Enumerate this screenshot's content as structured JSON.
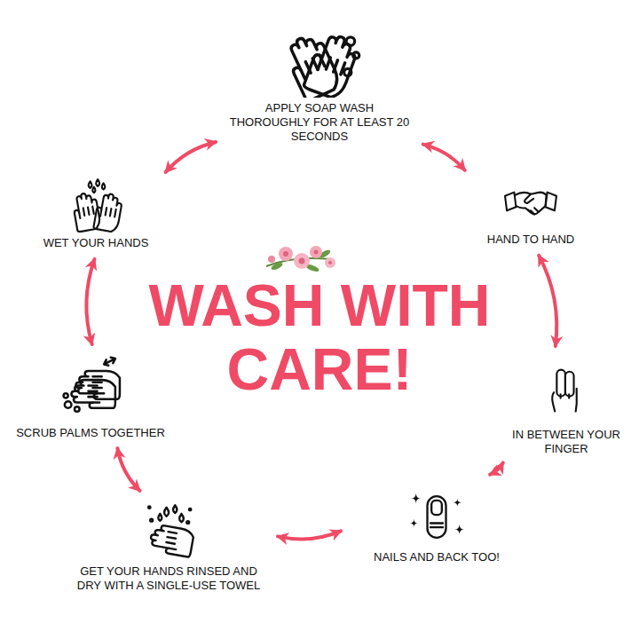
{
  "diagram": {
    "title": "WASH WITH CARE!",
    "nodes": [
      {
        "text": [
          "APPLY SOAP WASH THOROUGHLY FOR AT LEAST 20 SECONDS"
        ]
      },
      {
        "text": [
          "HAND TO HAND"
        ]
      },
      {
        "text": [
          "IN BETWEEN YOUR FINGER"
        ]
      },
      {
        "text": [
          "NAILS AND BACK TOO!"
        ]
      },
      {
        "text": [
          "GET YOUR HANDS RINSED AND DRY WITH A SINGLE-USE TOWEL"
        ]
      },
      {
        "text": [
          "SCRUB PALMS TOGETHER"
        ]
      },
      {
        "text": [
          "WET YOUR HANDS"
        ]
      }
    ],
    "edges": [
      {
        "from": 0,
        "to": 1,
        "arrow": "both"
      },
      {
        "from": 1,
        "to": 2,
        "arrow": "both"
      },
      {
        "from": 2,
        "to": 3,
        "arrow": "both"
      },
      {
        "from": 3,
        "to": 4,
        "arrow": "both"
      },
      {
        "from": 4,
        "to": 5,
        "arrow": "both"
      },
      {
        "from": 5,
        "to": 6,
        "arrow": "both"
      },
      {
        "from": 6,
        "to": 0,
        "arrow": "both"
      }
    ]
  }
}
